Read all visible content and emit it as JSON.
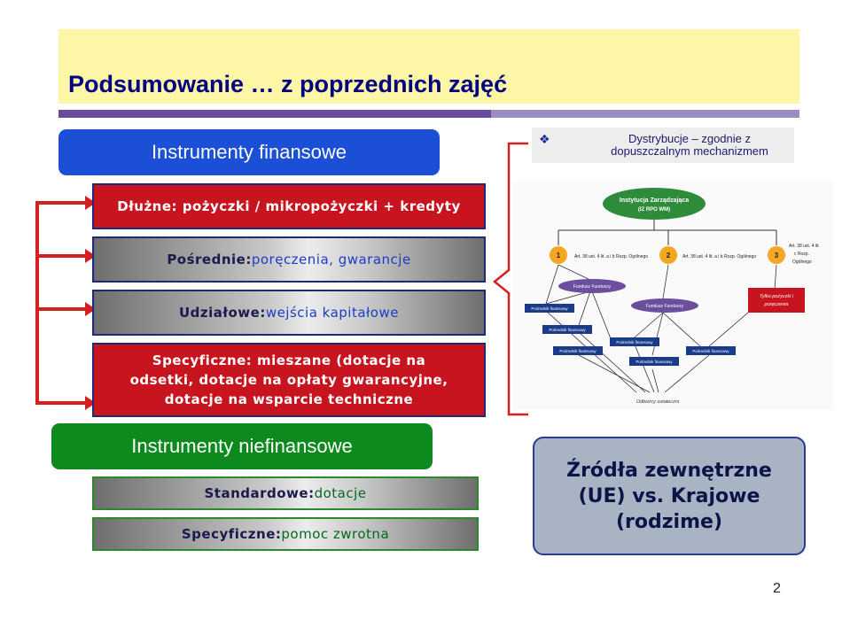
{
  "slide": {
    "title": "Podsumowanie … z poprzednich zajęć",
    "page_number": "2"
  },
  "financial": {
    "header": "Instrumenty finansowe",
    "debt_label": "Dłużne: ",
    "debt_value": "pożyczki / mikropożyczki + kredyty",
    "indirect_label": "Pośrednie: ",
    "indirect_value": "poręczenia, gwarancje",
    "equity_label": "Udziałowe: ",
    "equity_value": "wejścia kapitałowe",
    "specific_line1": "Specyficzne: mieszane (dotacje na",
    "specific_line2": "odsetki, dotacje na opłaty gwarancyjne,",
    "specific_line3": "dotacje na wsparcie techniczne"
  },
  "nonfinancial": {
    "header": "Instrumenty niefinansowe",
    "standard_label": "Standardowe: ",
    "standard_value": "dotacje",
    "specific_label": "Specyficzne: ",
    "specific_value": "pomoc zwrotna"
  },
  "sources": {
    "line1": "Źródła zewnętrzne",
    "line2": "(UE) vs. Krajowe",
    "line3": "(rodzime)"
  },
  "distribution": {
    "line1": "Dystrybucje  – zgodnie z",
    "line2": "dopuszczalnym mechanizmem"
  },
  "orgchart": {
    "top": "Instytucja Zarządzająca",
    "top_sub": "(IZ RPO WM)",
    "n1": "1",
    "n2": "2",
    "n3": "3",
    "art1": "Art. 38 ust. 4 lit. a i b Rozp. Ogólnego",
    "art2": "Art. 38 ust. 4 lit. a i b Rozp. Ogólnego",
    "art3_1": "Art. 38 ust. 4 lit.",
    "art3_2": "c Rozp.",
    "art3_3": "Ogólnego",
    "fund1": "Fundusz Funduszy",
    "fund2": "Fundusz Funduszy",
    "only": "Tylko pożyczki i",
    "only2": "poręczenia",
    "intermediary": "Pośrednik finansowy",
    "recipients": "Odbiorcy ostateczni"
  },
  "colors": {
    "title": "#000080",
    "blue_header": "#1a4fd6",
    "green_header": "#0d8a1e",
    "red_box": "#c8141e",
    "arrow": "#d42020"
  }
}
